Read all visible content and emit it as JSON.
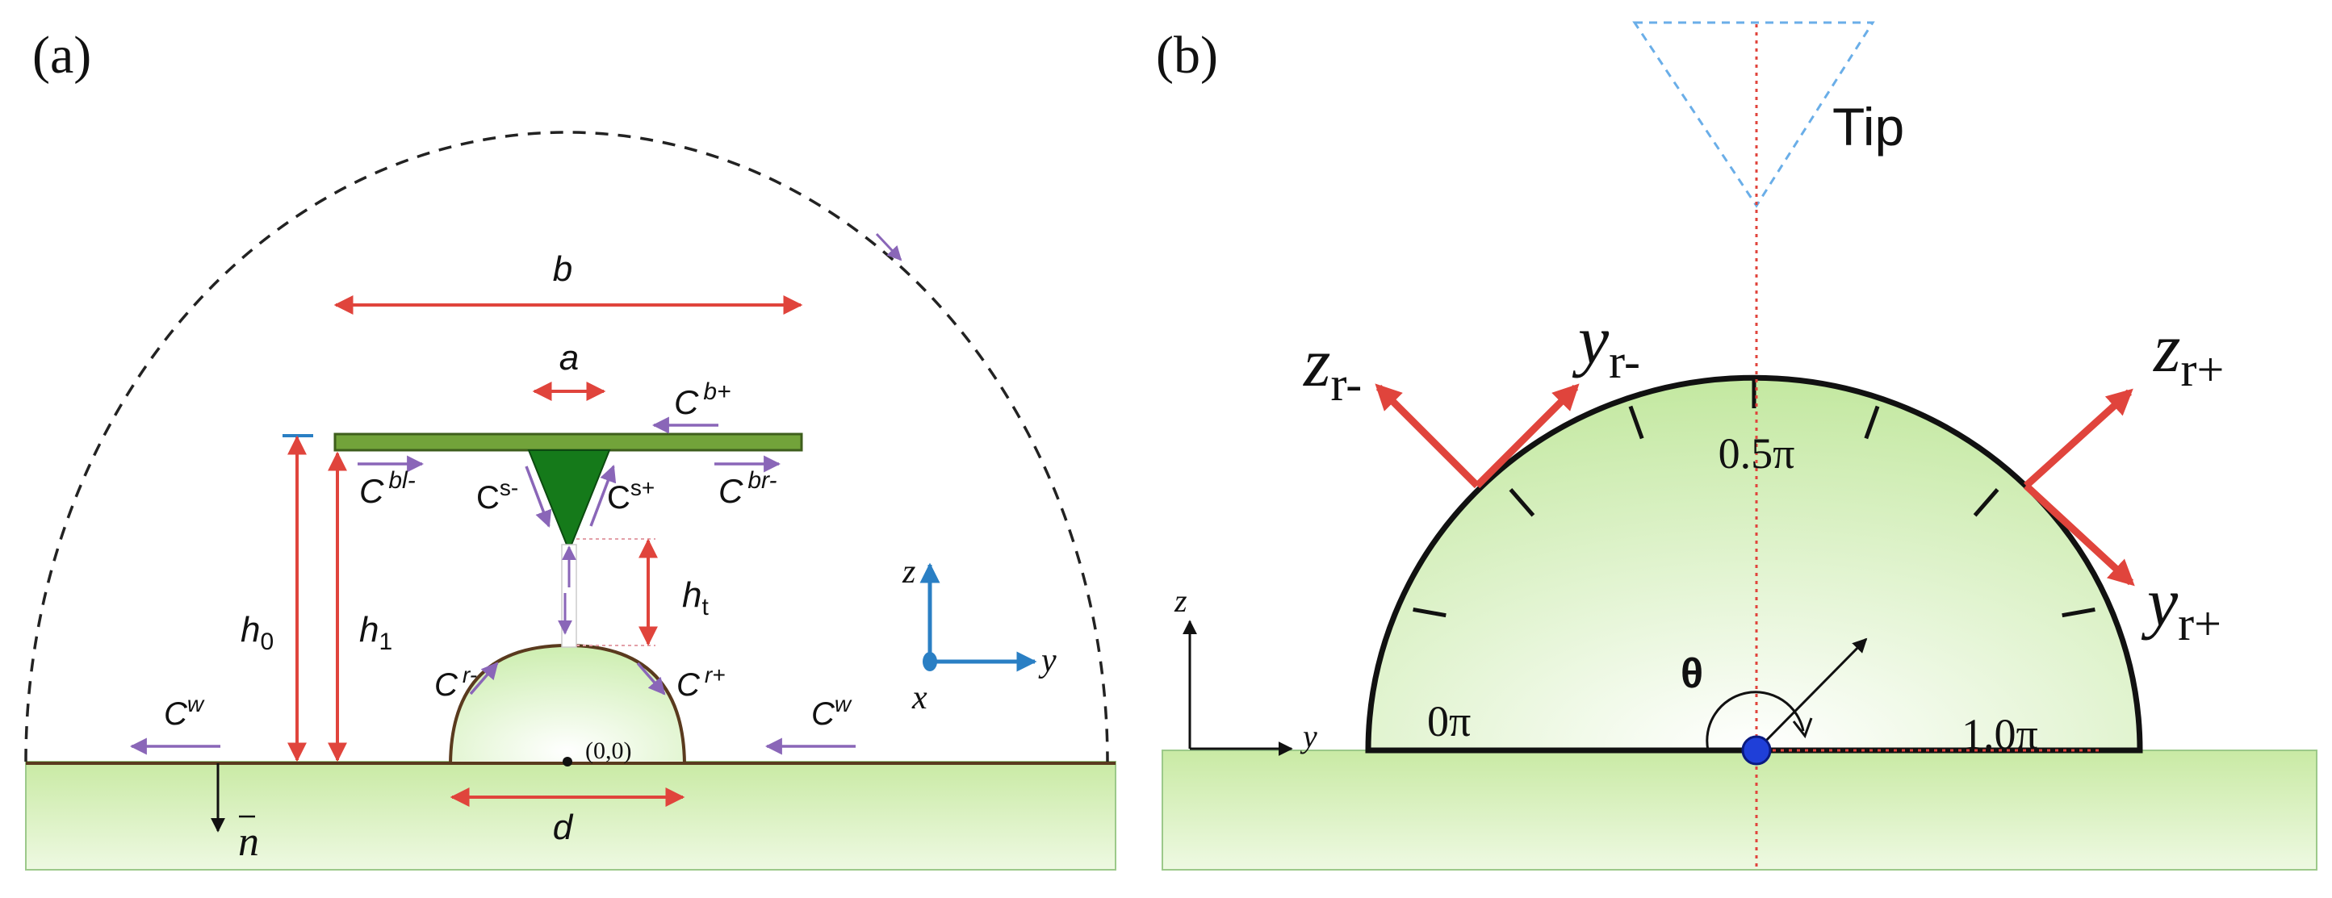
{
  "colors": {
    "substrate": "#d6f0b8",
    "substrate_edge": "#9cc98a",
    "cantilever": "#72a33a",
    "tip_fill": "#157a1a",
    "boundary_line": "#5a3a1e",
    "dimension": "#e0443c",
    "contour_arrow": "#8a66b8",
    "axis_blue": "#2a7fc4",
    "tip_outline": "#6aaee8",
    "bump_fill": "#e6f7d3",
    "marker_dot": "#1f3fd8"
  },
  "panel_a": {
    "label": "(a)",
    "dimensions": {
      "b": "b",
      "a": "a",
      "h0": "h",
      "h0_sub": "0",
      "h1": "h",
      "h1_sub": "1",
      "ht": "h",
      "ht_sub": "t",
      "d": "d"
    },
    "contours": {
      "cb_plus": {
        "base": "C",
        "sup": "b+"
      },
      "cbl_minus": {
        "base": "C",
        "sup": "bl-"
      },
      "cbr_minus": {
        "base": "C",
        "sup": "br-"
      },
      "cs_minus": {
        "base": "C",
        "sup": "s-"
      },
      "cs_plus": {
        "base": "C",
        "sup": "s+"
      },
      "cr_minus": {
        "base": "C",
        "sup": "r-"
      },
      "cr_plus": {
        "base": "C",
        "sup": "r+"
      },
      "cw_left": {
        "base": "C",
        "sup": "w"
      },
      "cw_right": {
        "base": "C",
        "sup": "w"
      }
    },
    "origin_label": "(0,0)",
    "normal_label": "n",
    "axes": {
      "z": "z",
      "y": "y",
      "x": "x"
    }
  },
  "panel_b": {
    "label": "(b)",
    "tip_label": "Tip",
    "vectors": {
      "zr_minus": {
        "base": "z",
        "sub": "r-"
      },
      "yr_minus": {
        "base": "y",
        "sub": "r-"
      },
      "zr_plus": {
        "base": "z",
        "sub": "r+"
      },
      "yr_plus": {
        "base": "y",
        "sub": "r+"
      }
    },
    "angle_ticks": {
      "start": "0π",
      "mid": "0.5π",
      "end": "1.0π"
    },
    "theta_label": "θ",
    "axes": {
      "z": "z",
      "y": "y"
    }
  }
}
